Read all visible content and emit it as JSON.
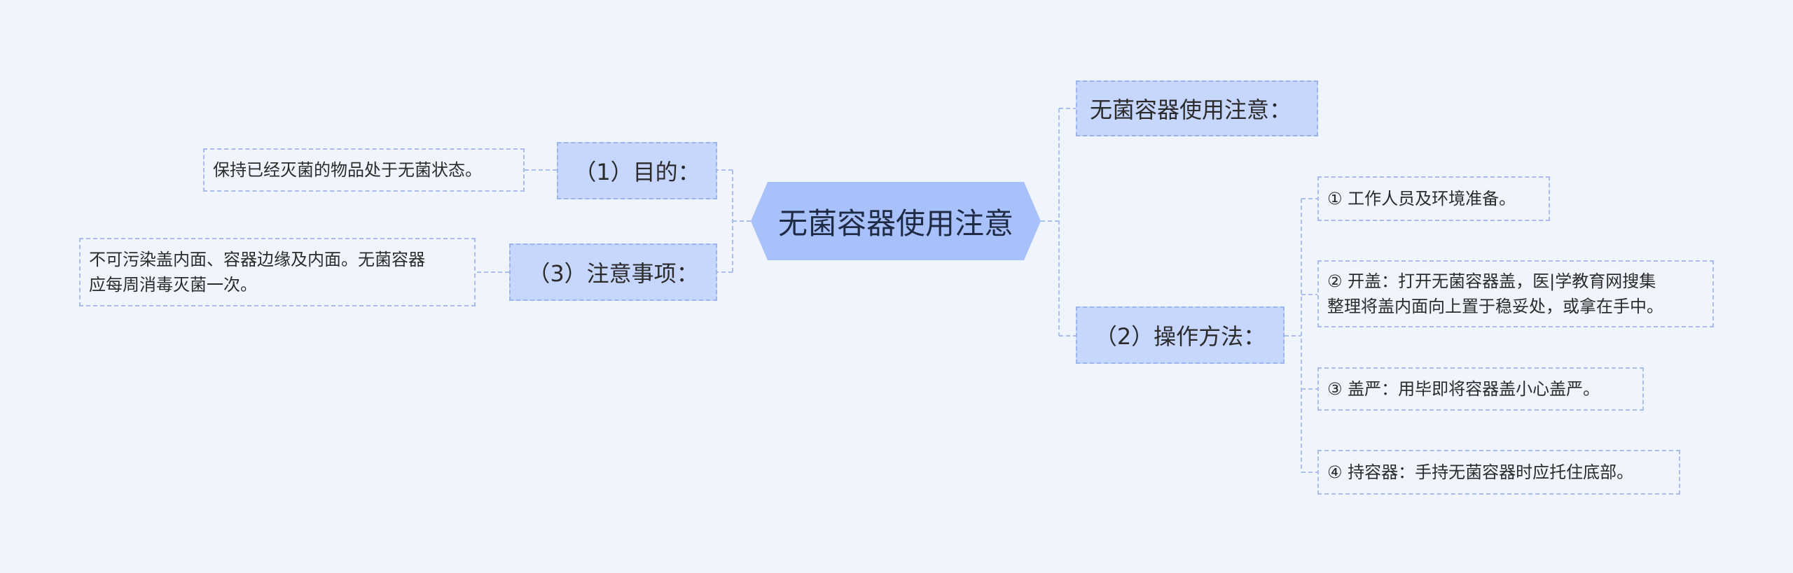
{
  "root": {
    "label": "无菌容器使用注意"
  },
  "right": {
    "title_node": {
      "label": "无菌容器使用注意："
    },
    "method": {
      "label": "（2）操作方法：",
      "steps": [
        {
          "text": "① 工作人员及环境准备。"
        },
        {
          "line1": "② 开盖：打开无菌容器盖，医|学教育网搜集",
          "line2": "整理将盖内面向上置于稳妥处，或拿在手中。"
        },
        {
          "text": "③ 盖严：用毕即将容器盖小心盖严。"
        },
        {
          "text": "④ 持容器：手持无菌容器时应托住底部。"
        }
      ]
    }
  },
  "left": {
    "purpose": {
      "label": "（1）目的：",
      "detail": "保持已经灭菌的物品处于无菌状态。"
    },
    "notes": {
      "label": "（3）注意事项：",
      "detail_line1": "不可污染盖内面、容器边缘及内面。无菌容器",
      "detail_line2": "应每周消毒灭菌一次。"
    }
  },
  "colors": {
    "background": "#f0f4fc",
    "root_fill": "#a9c1fb",
    "node_fill": "#c6d6fc",
    "connector": "#a9bff0"
  }
}
